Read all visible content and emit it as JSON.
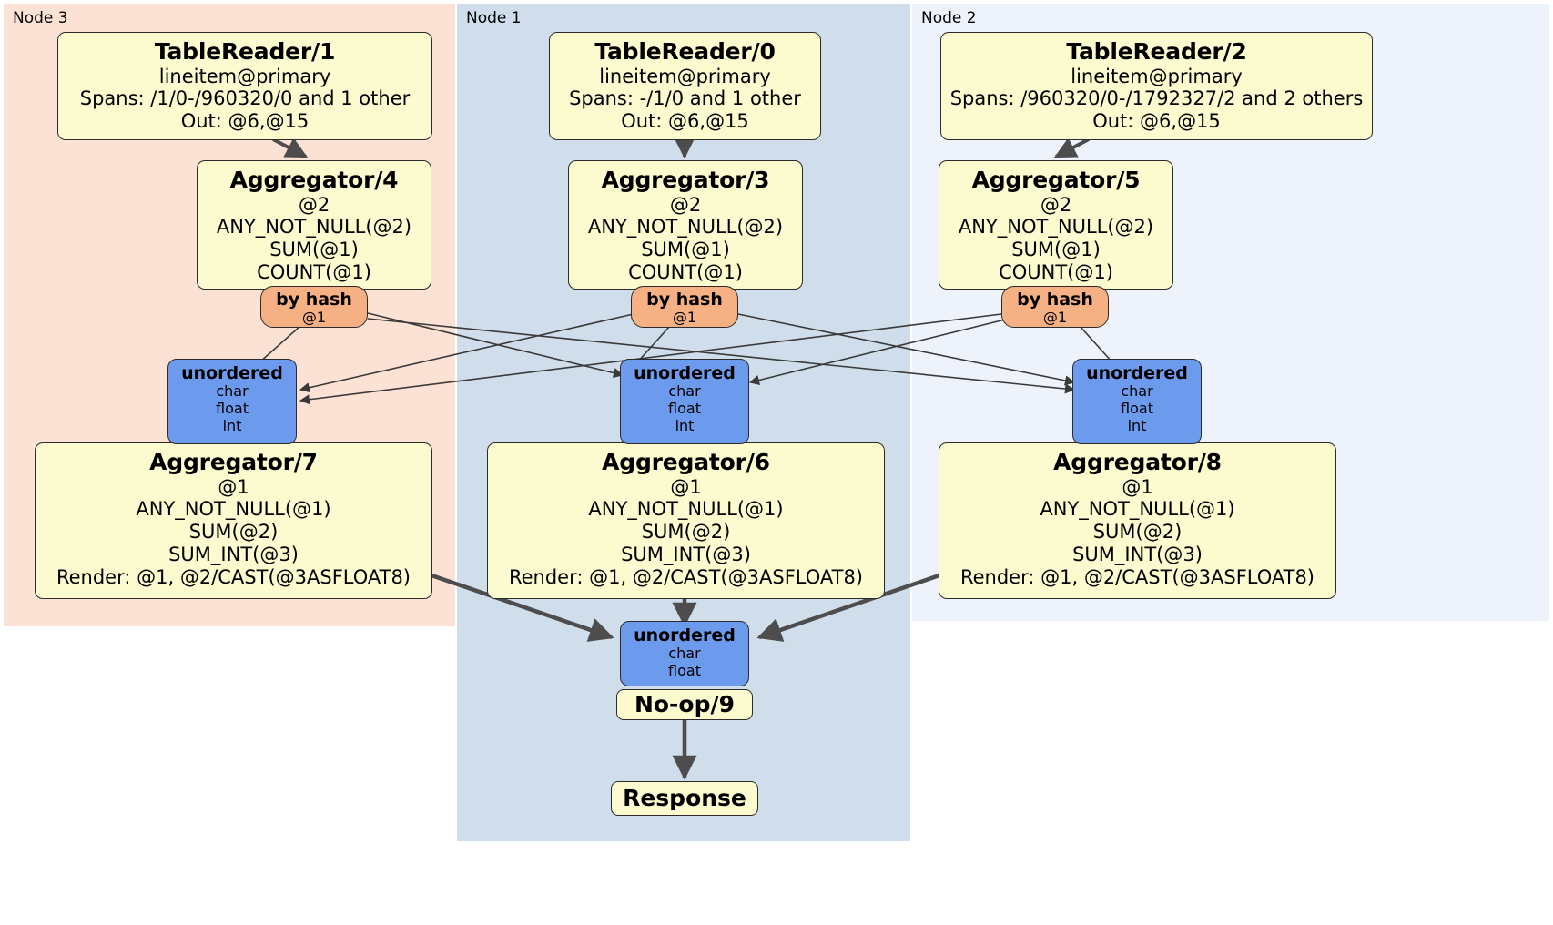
{
  "diagram": {
    "kind": "distributed-sql-physical-plan",
    "colors": {
      "node3_panel": "#fbe2d5",
      "node1_panel": "#cfdeea",
      "node2_panel": "#edf2fb",
      "processor_box": "#fbfbcf",
      "router_box": "#f5b183",
      "sync_box": "#6c9bee",
      "edge": "#4d4d4d",
      "border": "#2b2b2b"
    }
  },
  "panels": [
    {
      "id": "node3",
      "label": "Node 3"
    },
    {
      "id": "node1",
      "label": "Node 1"
    },
    {
      "id": "node2",
      "label": "Node 2"
    }
  ],
  "processors": {
    "table_reader_1": {
      "title": "TableReader/1",
      "lines": [
        "lineitem@primary",
        "Spans: /1/0-/960320/0 and 1 other",
        "Out: @6,@15"
      ]
    },
    "table_reader_0": {
      "title": "TableReader/0",
      "lines": [
        "lineitem@primary",
        "Spans: -/1/0 and 1 other",
        "Out: @6,@15"
      ]
    },
    "table_reader_2": {
      "title": "TableReader/2",
      "lines": [
        "lineitem@primary",
        "Spans: /960320/0-/1792327/2 and 2 others",
        "Out: @6,@15"
      ]
    },
    "aggregator_4": {
      "title": "Aggregator/4",
      "lines": [
        "@2",
        "ANY_NOT_NULL(@2)",
        "SUM(@1)",
        "COUNT(@1)"
      ]
    },
    "aggregator_3": {
      "title": "Aggregator/3",
      "lines": [
        "@2",
        "ANY_NOT_NULL(@2)",
        "SUM(@1)",
        "COUNT(@1)"
      ]
    },
    "aggregator_5": {
      "title": "Aggregator/5",
      "lines": [
        "@2",
        "ANY_NOT_NULL(@2)",
        "SUM(@1)",
        "COUNT(@1)"
      ]
    },
    "aggregator_7": {
      "title": "Aggregator/7",
      "lines": [
        "@1",
        "ANY_NOT_NULL(@1)",
        "SUM(@2)",
        "SUM_INT(@3)",
        "Render: @1, @2/CAST(@3ASFLOAT8)"
      ]
    },
    "aggregator_6": {
      "title": "Aggregator/6",
      "lines": [
        "@1",
        "ANY_NOT_NULL(@1)",
        "SUM(@2)",
        "SUM_INT(@3)",
        "Render: @1, @2/CAST(@3ASFLOAT8)"
      ]
    },
    "aggregator_8": {
      "title": "Aggregator/8",
      "lines": [
        "@1",
        "ANY_NOT_NULL(@1)",
        "SUM(@2)",
        "SUM_INT(@3)",
        "Render: @1, @2/CAST(@3ASFLOAT8)"
      ]
    },
    "no_op_9": {
      "title": "No-op/9"
    },
    "response": {
      "title": "Response"
    }
  },
  "routers": {
    "by_hash_left": {
      "title": "by hash",
      "detail": "@1"
    },
    "by_hash_center": {
      "title": "by hash",
      "detail": "@1"
    },
    "by_hash_right": {
      "title": "by hash",
      "detail": "@1"
    }
  },
  "synchronizers": {
    "unordered_left": {
      "title": "unordered",
      "lines": [
        "char",
        "float",
        "int"
      ]
    },
    "unordered_center": {
      "title": "unordered",
      "lines": [
        "char",
        "float",
        "int"
      ]
    },
    "unordered_right": {
      "title": "unordered",
      "lines": [
        "char",
        "float",
        "int"
      ]
    },
    "unordered_final": {
      "title": "unordered",
      "lines": [
        "char",
        "float"
      ]
    }
  }
}
